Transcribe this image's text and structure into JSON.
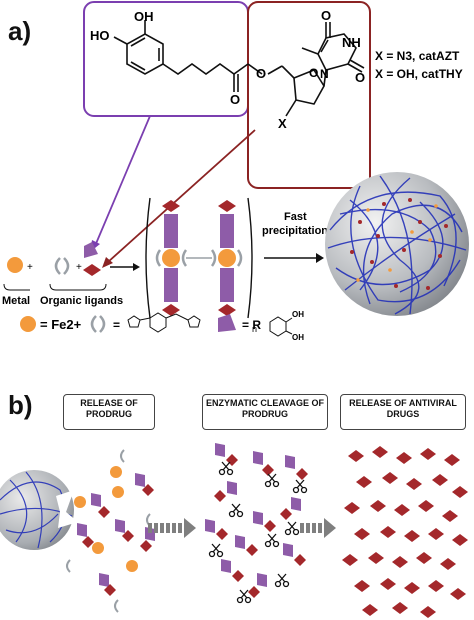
{
  "panel_a": {
    "label": "a)",
    "catechol_hydroxyl_1": "OH",
    "catechol_hydroxyl_2": "HO",
    "ester_oxygen": "O",
    "ester_oxygen_ring": "O",
    "thymine_o1": "O",
    "thymine_o2": "O",
    "thymine_nh": "NH",
    "thymine_n": "N",
    "sugar_o": "O",
    "substituent": "X",
    "legend_x1": "X = N3, catAZT",
    "legend_x2": "X = OH, catTHY",
    "metal_label": "Metal",
    "ligands_label": "Organic ligands",
    "arrow_label_1": "Fast",
    "arrow_label_2": "precipitation",
    "subscript_n": "n",
    "plus": "+",
    "fe_legend": "= Fe2+",
    "bix_legend": "=",
    "catechol_legend": "= R",
    "legend_oh_top": "OH",
    "legend_oh_bottom": "OH",
    "colors": {
      "purple_box": "#7b3fb0",
      "red_box": "#8b2323",
      "fe_orange": "#f39a3c",
      "ligand_purple": "#8e5ca8",
      "diamond_red": "#a4282b",
      "fiber_blue": "#2431b8"
    }
  },
  "panel_b": {
    "label": "b)",
    "steps": [
      {
        "title": "RELEASE OF PRODRUG"
      },
      {
        "title": "ENZYMATIC CLEAVAGE OF PRODRUG"
      },
      {
        "title": "RELEASE OF ANTIVIRAL DRUGS"
      }
    ]
  }
}
